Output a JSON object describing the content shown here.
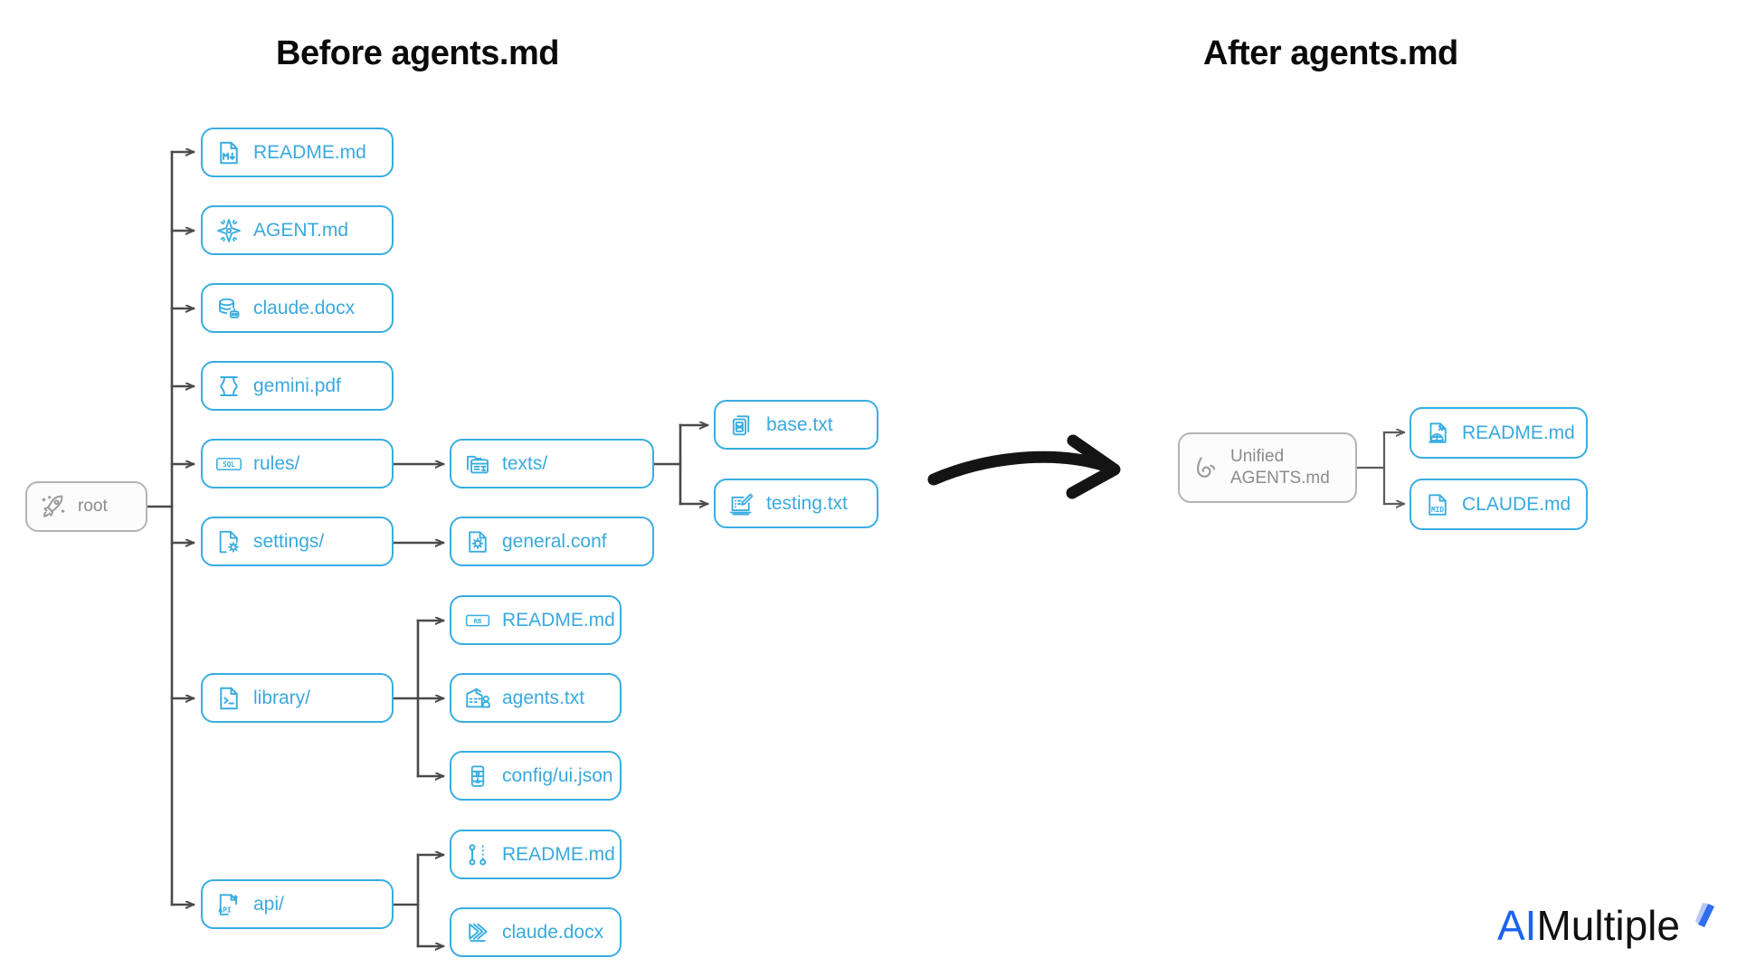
{
  "headings": {
    "before": "Before agents.md",
    "after": "After agents.md"
  },
  "before_tree": {
    "root": {
      "label": "root",
      "icon": "rocket-icon",
      "style": "grey"
    },
    "level1": [
      {
        "label": "README.md",
        "icon": "markdown-file-icon"
      },
      {
        "label": "AGENT.md",
        "icon": "star-burst-icon"
      },
      {
        "label": "claude.docx",
        "icon": "database-bot-icon"
      },
      {
        "label": "gemini.pdf",
        "icon": "gemini-icon"
      },
      {
        "label": "rules/",
        "icon": "sql-icon"
      },
      {
        "label": "settings/",
        "icon": "file-gear-icon"
      },
      {
        "label": "library/",
        "icon": "terminal-file-icon"
      },
      {
        "label": "api/",
        "icon": "api-file-icon"
      }
    ],
    "level2": [
      {
        "label": "texts/",
        "icon": "folder-text-icon",
        "parent": "rules/"
      },
      {
        "label": "general.conf",
        "icon": "file-gear-icon",
        "parent": "settings/"
      },
      {
        "label": "README.md",
        "icon": "rb-badge-icon",
        "parent": "library/"
      },
      {
        "label": "agents.txt",
        "icon": "agents-chart-icon",
        "parent": "library/"
      },
      {
        "label": "config/ui.json",
        "icon": "config-stack-icon",
        "parent": "library/"
      },
      {
        "label": "README.md",
        "icon": "node-graph-icon",
        "parent": "api/"
      },
      {
        "label": "claude.docx",
        "icon": "claude-burst-icon",
        "parent": "api/"
      }
    ],
    "level3": [
      {
        "label": "base.txt",
        "icon": "document-copy-icon",
        "parent": "texts/"
      },
      {
        "label": "testing.txt",
        "icon": "edit-screen-icon",
        "parent": "texts/"
      }
    ]
  },
  "after_tree": {
    "root": {
      "label": "Unified\nAGENTS.md",
      "icon": "swirl-icon",
      "style": "grey"
    },
    "children": [
      {
        "label": "README.md",
        "icon": "code-shield-icon"
      },
      {
        "label": "CLAUDE.md",
        "icon": "mid-file-icon"
      }
    ]
  },
  "transition_arrow": {
    "icon": "curved-arrow-icon",
    "color": "#141414"
  },
  "logo": {
    "ai": "AI",
    "multiple": "Multiple",
    "icon": "sparkle-icon"
  },
  "colors": {
    "accent_blue": "#39ade0",
    "label_blue": "#3aa9de",
    "grey_border": "#b4b4b4",
    "grey_label": "#8b8b8b",
    "wire": "#4a4a4a",
    "logo_blue": "#1a62f0",
    "text_black": "#0a0a0a",
    "background": "#ffffff"
  }
}
